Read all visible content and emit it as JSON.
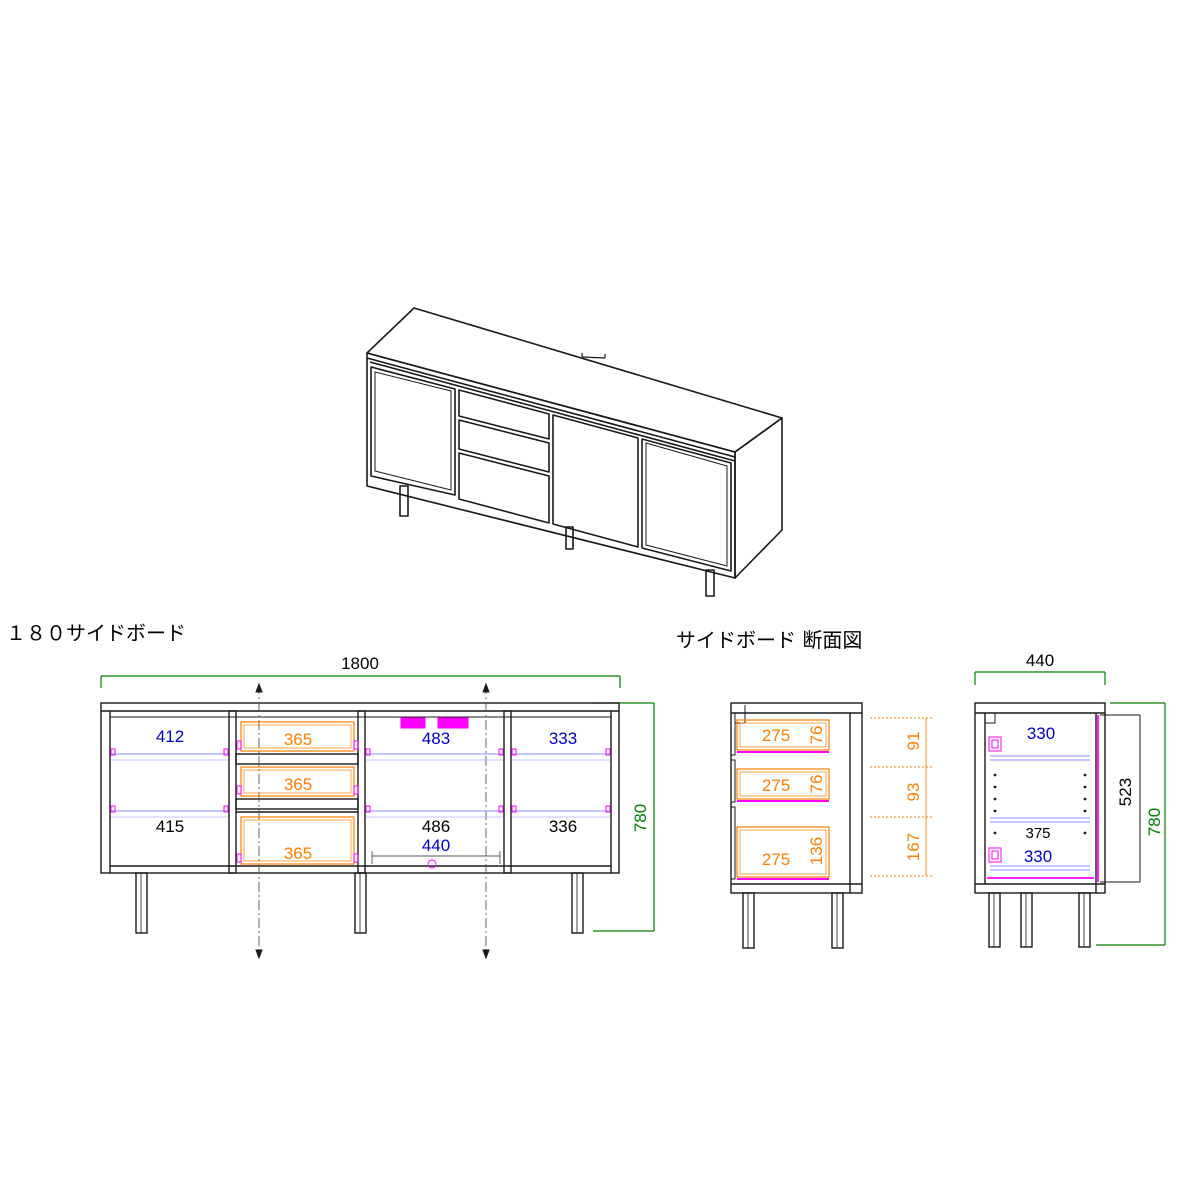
{
  "colors": {
    "line": "#1a1a1a",
    "dimension": "#008000",
    "inner_width": "#0000cc",
    "drawer": "#ff7f00",
    "fitting": "#ff00ff",
    "shelf_line": "#b0b0ff",
    "text": "#000000"
  },
  "titles": {
    "front_view": "１８０サイドボード",
    "section_view": "サイドボード 断面図"
  },
  "front_view": {
    "overall_width": "1800",
    "overall_height": "780",
    "compartments": [
      {
        "upper": "412",
        "lower": "415"
      },
      {
        "drawers": [
          "365",
          "365",
          "365"
        ]
      },
      {
        "upper": "483",
        "lower": "486",
        "bottom": "440"
      },
      {
        "upper": "333",
        "lower": "336"
      }
    ]
  },
  "drawer_section": {
    "drawers": [
      {
        "depth": "275",
        "height": "76",
        "pitch": "91"
      },
      {
        "depth": "275",
        "height": "76",
        "pitch": "93"
      },
      {
        "depth": "275",
        "height": "136",
        "pitch": "167"
      }
    ]
  },
  "cabinet_section": {
    "overall_depth": "440",
    "overall_height": "780",
    "inner_height": "523",
    "shelf_top": "330",
    "shelf_middle": "375",
    "shelf_bottom": "330"
  }
}
